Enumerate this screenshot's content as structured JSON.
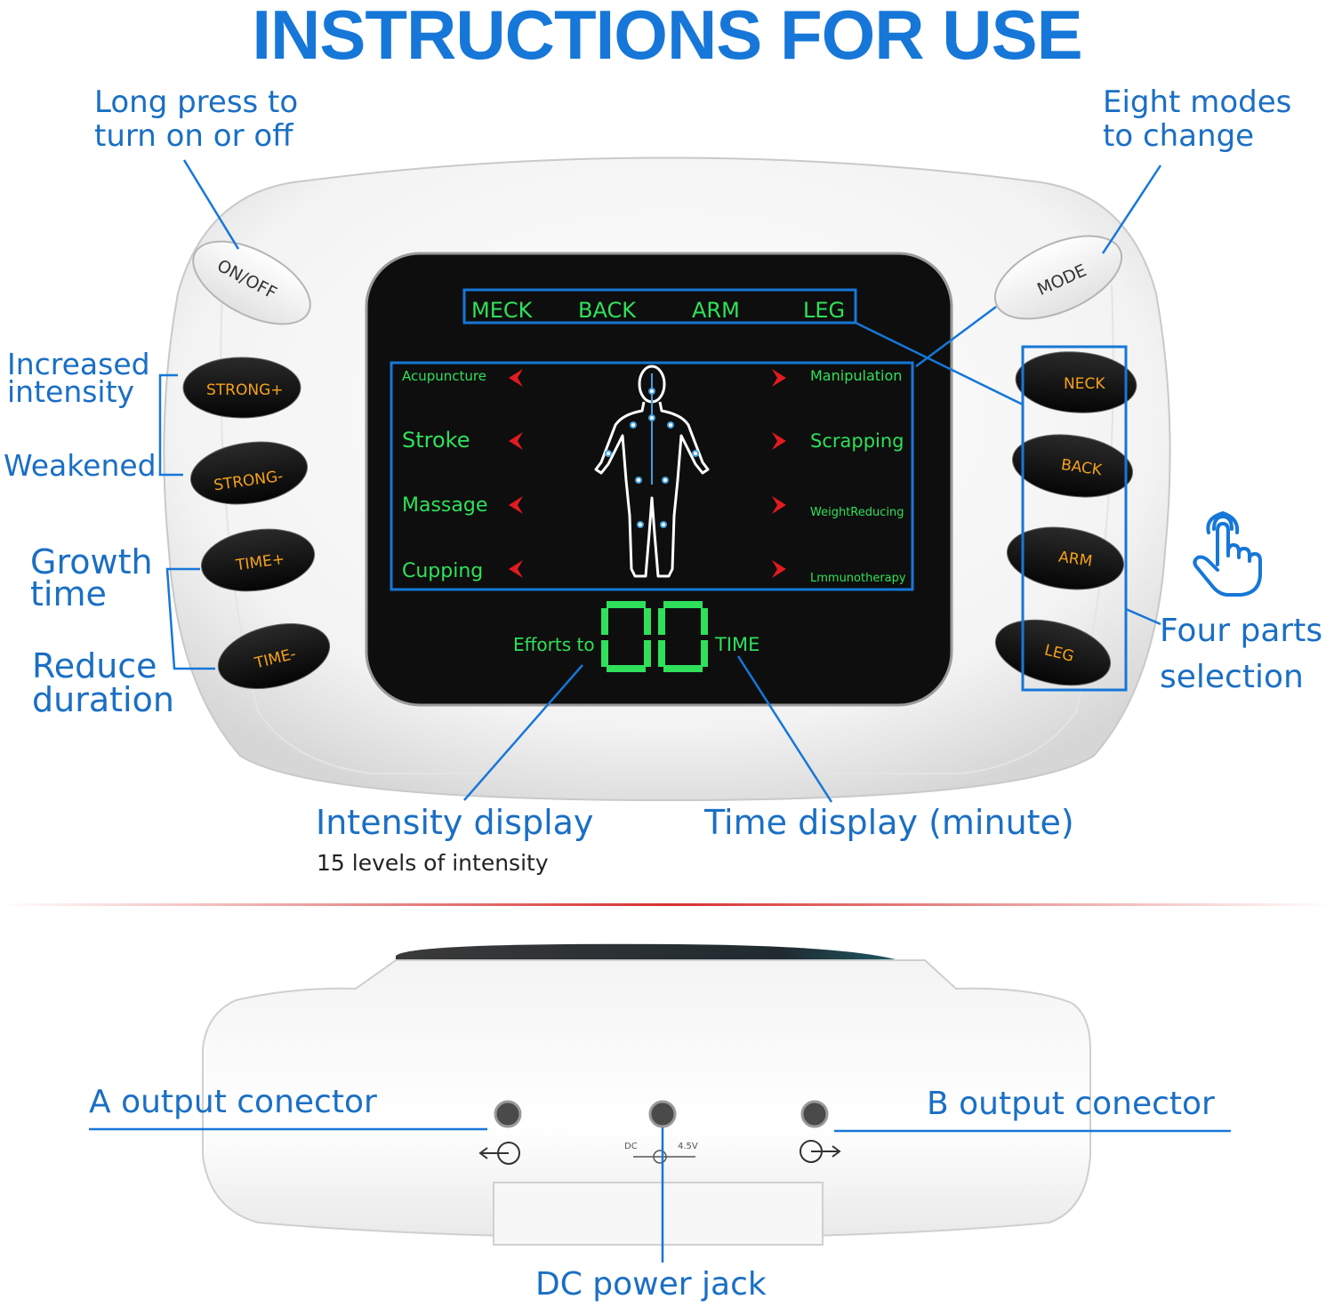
{
  "title": "INSTRUCTIONS FOR USE",
  "callouts": {
    "onoff_line1": "Long press to",
    "onoff_line2": "turn on or off",
    "mode_line1": "Eight modes",
    "mode_line2": "to change",
    "strong_plus_line1": "Increased",
    "strong_plus_line2": "intensity",
    "strong_minus": "Weakened",
    "time_plus_line1": "Growth",
    "time_plus_line2": "time",
    "time_minus_line1": "Reduce",
    "time_minus_line2": "duration",
    "parts_line1": "Four parts",
    "parts_line2": "selection",
    "intensity_display": "Intensity display",
    "intensity_sub": "15 levels of intensity",
    "time_display": "Time display (minute)",
    "a_output": "A output conector",
    "b_output": "B output conector",
    "dc_jack": "DC power jack"
  },
  "device": {
    "buttons": {
      "onoff": "ON/OFF",
      "mode": "MODE",
      "strong_plus": "STRONG+",
      "strong_minus": "STRONG-",
      "time_plus": "TIME+",
      "time_minus": "TIME-",
      "neck": "NECK",
      "back": "BACK",
      "arm": "ARM",
      "leg": "LEG"
    },
    "screen": {
      "parts": [
        "MECK",
        "BACK",
        "ARM",
        "LEG"
      ],
      "modes_left": [
        "Acupuncture",
        "Stroke",
        "Massage",
        "Cupping"
      ],
      "modes_right": [
        "Manipulation",
        "Scrapping",
        "WeightReducing",
        "Lmmunotherapy"
      ],
      "digits": "00",
      "efforts_label": "Efforts to",
      "time_label": "TIME"
    },
    "bottom": {
      "dc_label": "DC",
      "voltage_label": "4.5V"
    }
  },
  "colors": {
    "accent": "#1677d8",
    "lcd_green": "#2fe05a",
    "arrow_red": "#e01b22",
    "button_text": "#f5a21a"
  }
}
